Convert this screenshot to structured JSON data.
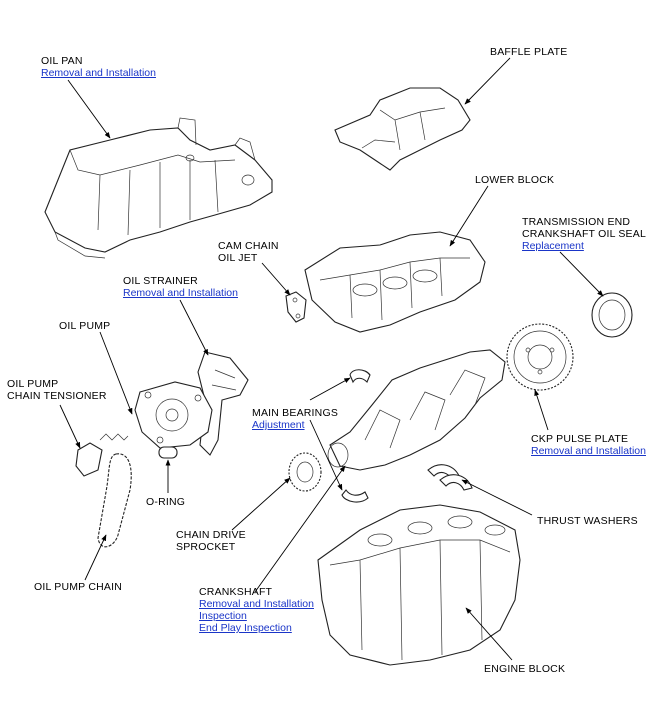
{
  "labels": {
    "oil_pan": {
      "title": [
        "OIL PAN"
      ],
      "links": [
        "Removal and Installation"
      ]
    },
    "baffle_plate": {
      "title": [
        "BAFFLE PLATE"
      ],
      "links": []
    },
    "lower_block": {
      "title": [
        "LOWER BLOCK"
      ],
      "links": []
    },
    "trans_seal": {
      "title": [
        "TRANSMISSION END",
        "CRANKSHAFT OIL SEAL"
      ],
      "links": [
        "Replacement"
      ]
    },
    "cam_chain_oil_jet": {
      "title": [
        "CAM CHAIN",
        "OIL JET"
      ],
      "links": []
    },
    "oil_strainer": {
      "title": [
        "OIL STRAINER"
      ],
      "links": [
        "Removal and Installation"
      ]
    },
    "oil_pump": {
      "title": [
        "OIL PUMP"
      ],
      "links": []
    },
    "oil_pump_chain_tensioner": {
      "title": [
        "OIL PUMP",
        "CHAIN TENSIONER"
      ],
      "links": []
    },
    "main_bearings": {
      "title": [
        "MAIN BEARINGS"
      ],
      "links": [
        "Adjustment"
      ]
    },
    "ckp_pulse_plate": {
      "title": [
        "CKP PULSE PLATE"
      ],
      "links": [
        "Removal and Installation"
      ]
    },
    "o_ring": {
      "title": [
        "O-RING"
      ],
      "links": []
    },
    "thrust_washers": {
      "title": [
        "THRUST WASHERS"
      ],
      "links": []
    },
    "chain_drive_sprocket": {
      "title": [
        "CHAIN DRIVE",
        "SPROCKET"
      ],
      "links": []
    },
    "oil_pump_chain": {
      "title": [
        "OIL PUMP CHAIN"
      ],
      "links": []
    },
    "crankshaft": {
      "title": [
        "CRANKSHAFT"
      ],
      "links": [
        "Removal and Installation",
        "Inspection",
        "End Play Inspection"
      ]
    },
    "engine_block": {
      "title": [
        "ENGINE BLOCK"
      ],
      "links": []
    }
  },
  "colors": {
    "link": "#1a35c8",
    "line": "#000000",
    "background": "#ffffff"
  }
}
